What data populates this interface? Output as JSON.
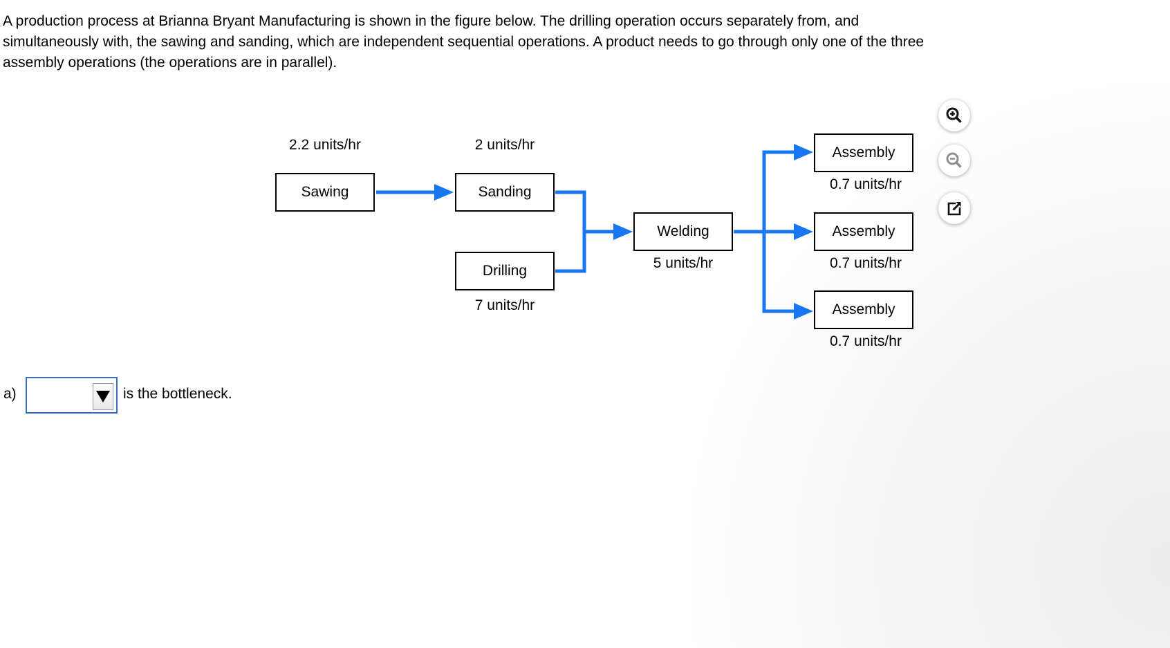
{
  "intro": {
    "lines": [
      "A production process at Brianna Bryant Manufacturing is shown in the figure below. The drilling operation occurs separately from, and",
      "simultaneously with, the sawing and sanding, which are independent sequential operations. A product needs to go through only one of the three",
      "assembly operations (the operations are in parallel)."
    ]
  },
  "diagram": {
    "nodes": {
      "sawing": {
        "label": "Sawing",
        "rate": "2.2 units/hr"
      },
      "sanding": {
        "label": "Sanding",
        "rate": "2 units/hr"
      },
      "drilling": {
        "label": "Drilling",
        "rate": "7 units/hr"
      },
      "welding": {
        "label": "Welding",
        "rate": "5 units/hr"
      },
      "assembly1": {
        "label": "Assembly",
        "rate": "0.7 units/hr"
      },
      "assembly2": {
        "label": "Assembly",
        "rate": "0.7 units/hr"
      },
      "assembly3": {
        "label": "Assembly",
        "rate": "0.7 units/hr"
      }
    }
  },
  "toolbar": {
    "icons": [
      "zoom-in-icon",
      "zoom-out-icon",
      "open-in-new-window-icon"
    ]
  },
  "question": {
    "prefix": "a)",
    "dropdown_value": "",
    "suffix": "is the bottleneck."
  },
  "colors": {
    "arrow_blue": "#1877F0",
    "dropdown_border": "#3B6AC4",
    "node_border": "#000000",
    "zoom_out_gray": "#8F8F8F"
  }
}
